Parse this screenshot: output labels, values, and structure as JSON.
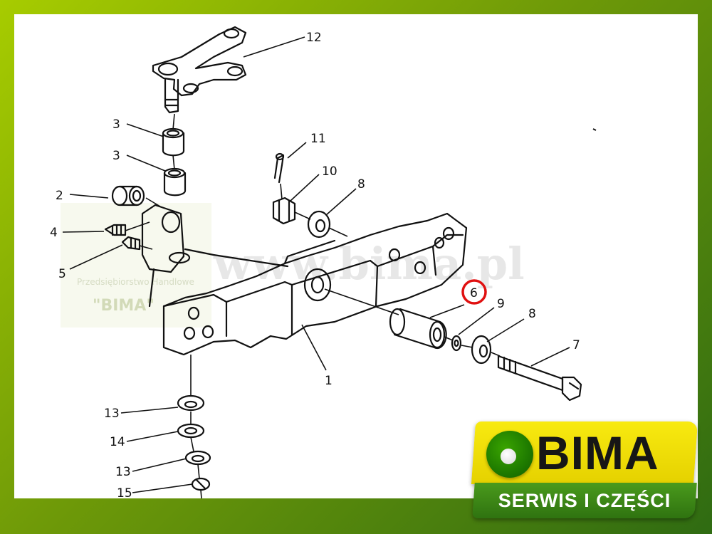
{
  "labels": {
    "p1": "1",
    "p2": "2",
    "p3a": "3",
    "p3b": "3",
    "p4": "4",
    "p5": "5",
    "p6": "6",
    "p7": "7",
    "p8a": "8",
    "p8b": "8",
    "p9": "9",
    "p10": "10",
    "p11": "11",
    "p12": "12",
    "p13a": "13",
    "p13b": "13",
    "p14": "14",
    "p15": "15"
  },
  "highlight": {
    "part": "6",
    "ring_color": "#e01010"
  },
  "watermark": {
    "url": "www.bima.pl",
    "company": "Przedsiębiorstwo Handlowe",
    "name": "\"BIMA\""
  },
  "logo": {
    "brand": "BIMA",
    "tagline": "SERWIS I CZĘŚCI",
    "colors": {
      "yellow": "#f2e000",
      "green": "#2f7a12",
      "ball": "#2a9000"
    }
  }
}
